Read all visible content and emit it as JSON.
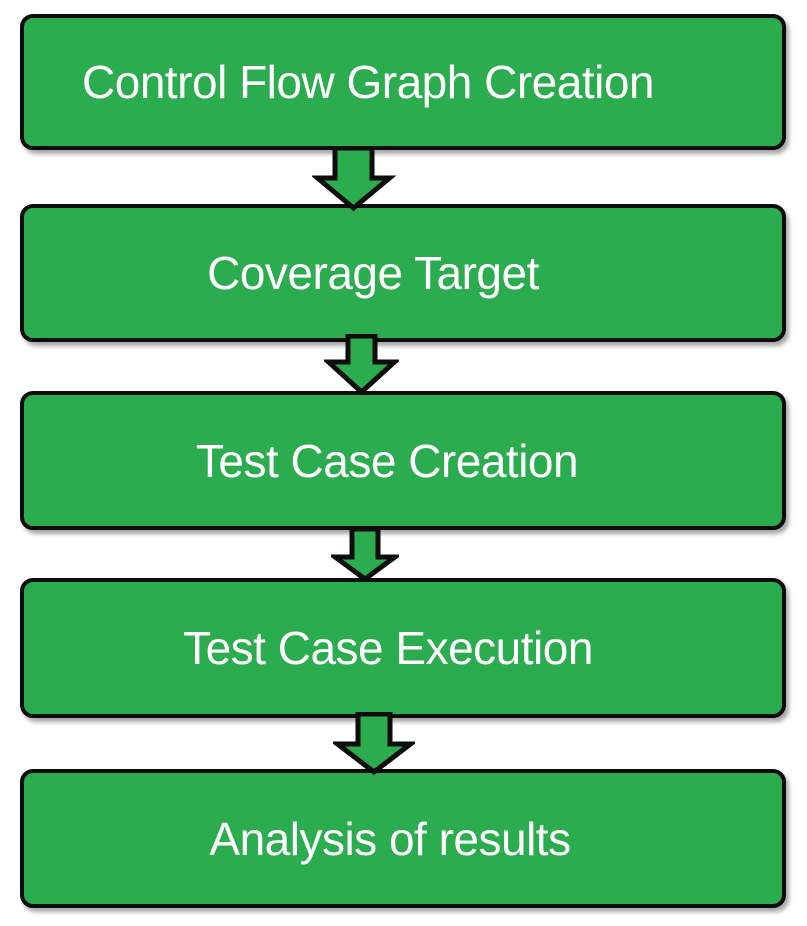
{
  "diagram": {
    "type": "flowchart",
    "direction": "top-to-bottom",
    "steps": [
      {
        "id": 1,
        "label": "Control Flow Graph Creation"
      },
      {
        "id": 2,
        "label": "Coverage Target"
      },
      {
        "id": 3,
        "label": "Test Case Creation"
      },
      {
        "id": 4,
        "label": "Test Case Execution"
      },
      {
        "id": 5,
        "label": "Analysis of results"
      }
    ],
    "connectors": [
      {
        "from": 1,
        "to": 2,
        "type": "block-arrow-down"
      },
      {
        "from": 2,
        "to": 3,
        "type": "block-arrow-down"
      },
      {
        "from": 3,
        "to": 4,
        "type": "block-arrow-down"
      },
      {
        "from": 4,
        "to": 5,
        "type": "block-arrow-down"
      }
    ],
    "colors": {
      "box_fill": "#2bac4e",
      "box_border": "#0d0d0d",
      "arrow_fill": "#2bac4e",
      "arrow_border": "#0d0d0d",
      "label_text": "#ffffff",
      "background": "#ffffff"
    }
  }
}
